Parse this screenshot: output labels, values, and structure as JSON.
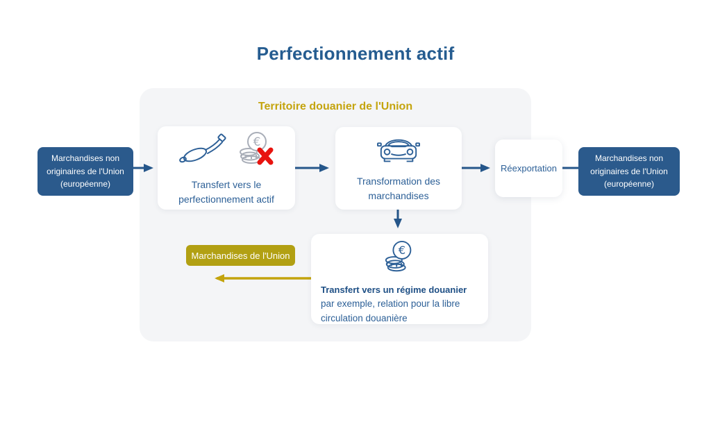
{
  "title": "Perfectionnement actif",
  "zone": {
    "label": "Territoire douanier de l'Union"
  },
  "boxes": {
    "non_union_goods_left": "Marchandises non originaires de l'Union (européenne)",
    "transfer_active": "Transfert vers le perfectionnement actif",
    "transformation": "Transformation des marchandises",
    "reexport": "Réexportation",
    "non_union_goods_right": "Marchandises non originaires de l'Union (européenne)",
    "customs_regime": {
      "title": "Transfert vers un régime douanier",
      "description": "par exemple, relation pour la libre circulation douanière"
    },
    "union_goods": "Marchandises de l'Union"
  },
  "icons": {
    "exhaust": "exhaust-pipe-icon",
    "coins_blocked": "euro-coins-no-duty-icon",
    "car": "car-front-icon",
    "coins": "euro-coins-icon"
  },
  "colors": {
    "primary_blue": "#2b5a8c",
    "text_blue": "#2d6097",
    "arrow_blue": "#25568a",
    "gold": "#c4a40e",
    "olive_box": "#b2a013",
    "red_cross": "#e8140f",
    "zone_background": "#f4f5f7"
  }
}
